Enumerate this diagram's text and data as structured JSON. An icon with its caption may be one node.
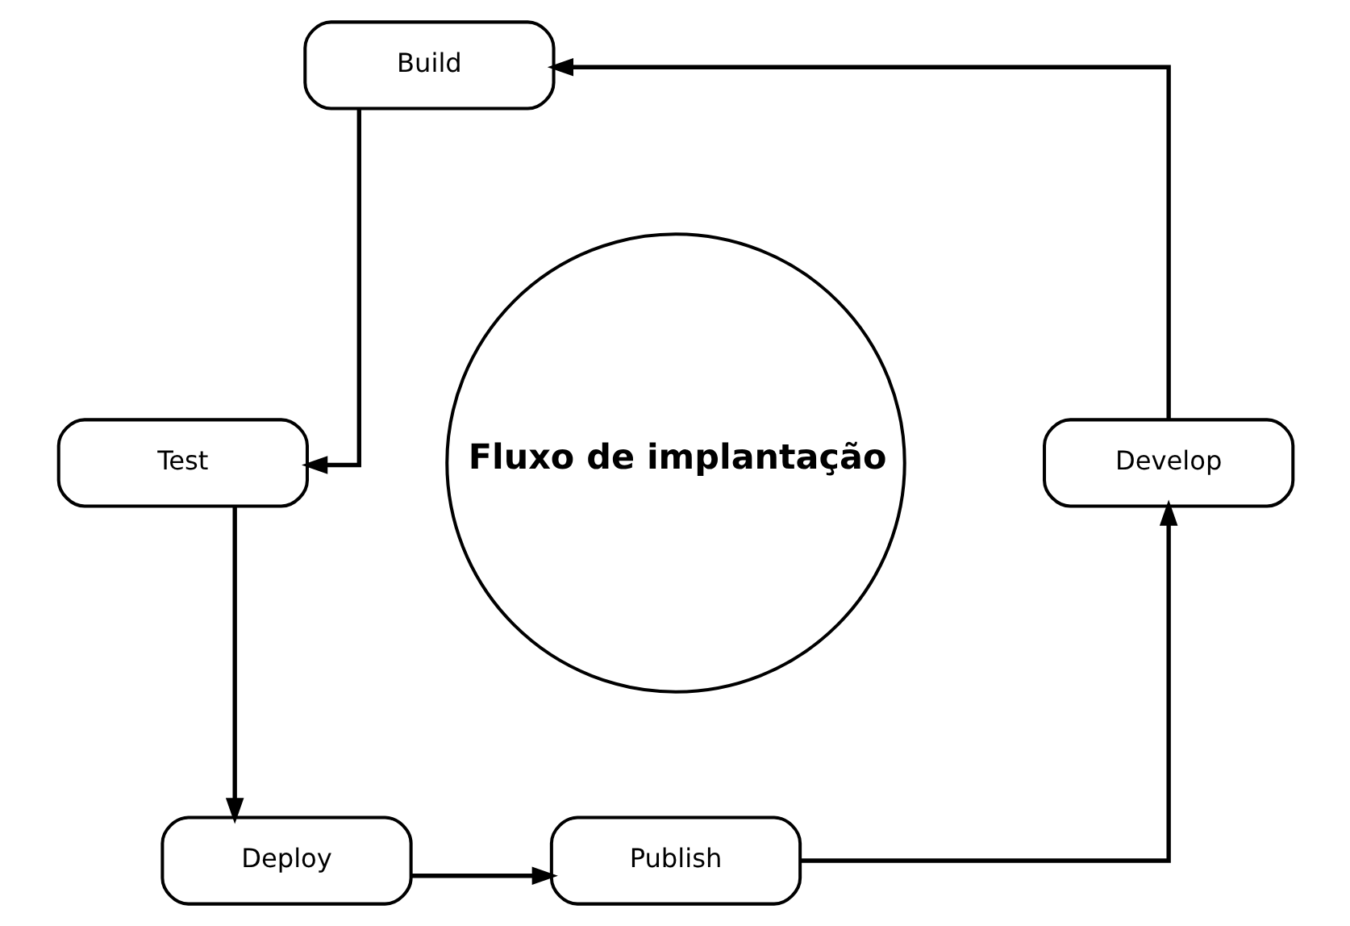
{
  "diagram": {
    "nodes": [
      {
        "text": [
          "Build"
        ]
      },
      {
        "text": [
          "Develop"
        ]
      },
      {
        "text": [
          "Fluxo de implantação"
        ]
      },
      {
        "text": [
          "Test"
        ]
      },
      {
        "text": [
          "Publish"
        ]
      },
      {
        "text": [
          "Deploy"
        ]
      }
    ],
    "edges": [
      {
        "from": 1,
        "to": 0,
        "arrow": "to"
      },
      {
        "from": 0,
        "to": 3,
        "arrow": "to"
      },
      {
        "from": 3,
        "to": 5,
        "arrow": "to"
      },
      {
        "from": 5,
        "to": 4,
        "arrow": "to"
      },
      {
        "from": 4,
        "to": 1,
        "arrow": "to"
      }
    ]
  }
}
